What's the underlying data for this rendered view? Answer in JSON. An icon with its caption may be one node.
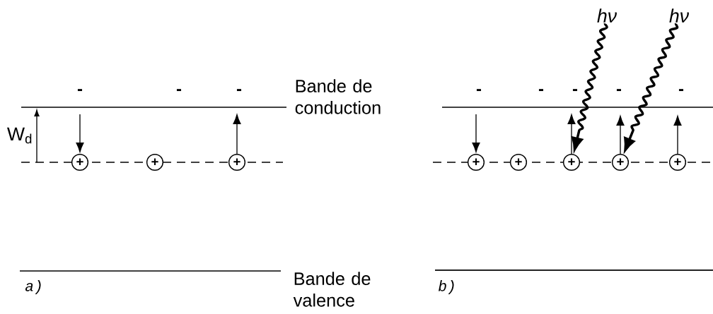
{
  "diagram": {
    "nodes": [
      {
        "text": [
          "hν"
        ]
      },
      {
        "text": [
          "hν"
        ]
      },
      {
        "text": [
          "+"
        ]
      },
      {
        "text": [
          "+"
        ]
      },
      {
        "text": [
          "+"
        ]
      },
      {
        "text": [
          "+"
        ]
      },
      {
        "text": [
          "+"
        ]
      },
      {
        "text": [
          "+"
        ]
      },
      {
        "text": [
          "+"
        ]
      },
      {
        "text": [
          "+"
        ]
      }
    ],
    "edges": [
      {
        "from": 0,
        "to": 7,
        "arrow": "to",
        "style": "thick"
      },
      {
        "from": 1,
        "to": 8,
        "arrow": "to",
        "style": "thick"
      },
      {
        "from": null,
        "to": 2,
        "arrow": "to"
      },
      {
        "from": 4,
        "to": null,
        "arrow": "to"
      },
      {
        "from": null,
        "to": 5,
        "arrow": "to"
      },
      {
        "from": 7,
        "to": null,
        "arrow": "to"
      },
      {
        "from": 8,
        "to": null,
        "arrow": "to"
      },
      {
        "from": 9,
        "to": null,
        "arrow": "to"
      }
    ],
    "labels": [
      "-",
      "-",
      "-",
      "Bande de conduction",
      "-",
      "-",
      "-",
      "-",
      "-",
      "W$_{d}$",
      "Bande de valence",
      "a)",
      "b)"
    ]
  }
}
